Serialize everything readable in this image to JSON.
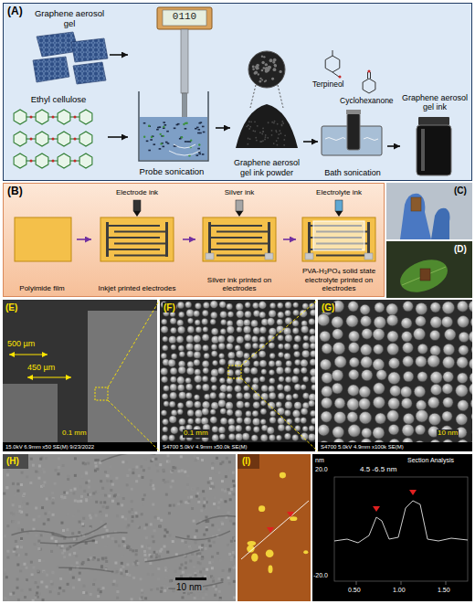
{
  "diagram": {
    "nodes": [
      {
        "text": [
          "(A)"
        ]
      },
      {
        "text": [
          "Graphene aerosol gel"
        ],
        "in": 0
      },
      {
        "text": [
          "Ethyl cellulose"
        ],
        "in": 0
      },
      {
        "text": [
          "Probe sonication"
        ],
        "in": 0
      },
      {
        "text": [
          "Graphene aerosol gel ink powder"
        ],
        "in": 0
      },
      {
        "text": [
          "Bath sonication"
        ],
        "in": 0
      },
      {
        "text": [
          "Graphene aerosol gel ink"
        ],
        "in": 0
      },
      {
        "text": [
          "(B)"
        ]
      },
      {
        "text": [
          "Polyimide film"
        ],
        "in": 7
      },
      {
        "text": [
          "Electrode ink",
          "Inkjet printed electrodes"
        ],
        "in": 7
      },
      {
        "text": [
          "Silver ink",
          "Silver ink printed on electrodes"
        ],
        "in": 7
      },
      {
        "text": [
          "Electrolyte ink",
          "PVA-H₃PO₄ solid state electrolyte printed on electrodes"
        ],
        "in": 7
      }
    ],
    "edges": [
      {
        "from": 1,
        "to": 3,
        "arrow": "to"
      },
      {
        "from": 2,
        "to": 3,
        "arrow": "to"
      },
      {
        "from": 3,
        "to": 4,
        "arrow": "to"
      },
      {
        "from": 4,
        "to": 5,
        "arrow": "to"
      },
      {
        "from": 5,
        "to": 6,
        "arrow": "to"
      },
      {
        "from": 8,
        "to": 9,
        "arrow": "to"
      },
      {
        "from": 9,
        "to": 10,
        "arrow": "to"
      },
      {
        "from": 10,
        "to": 11,
        "arrow": "to"
      }
    ],
    "labels": [
      "0110",
      "Terpineol",
      "Cyclohexanone",
      "(C)",
      "(D)",
      "(E)",
      "500 µm",
      "450 µm",
      "0.1 mm",
      "15.0kV 6.9mm x50 SE(M) 9/23/2022",
      "(F)",
      "0.1 mm",
      "S4700 5.0kV 4.9mm x50.0k SE(M)",
      "(G)",
      "10 nm",
      "S4700 5.0kV 4.9mm x100k SE(M)",
      "(H)",
      "10 nm",
      "(I)",
      "nm",
      "20.0",
      "4.5 -6.5 nm",
      "Section Analysis",
      "0.50",
      "1.00",
      "1.50",
      "-20.0"
    ]
  }
}
